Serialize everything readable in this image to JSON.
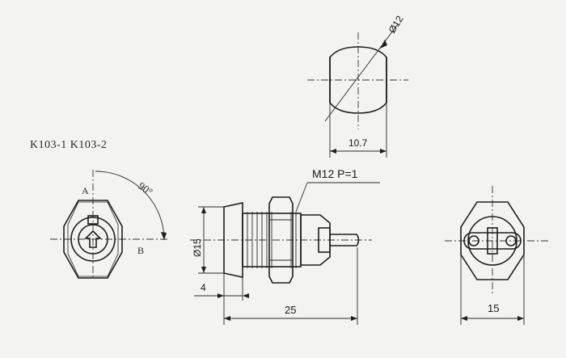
{
  "drawing": {
    "model_label": "K103-1 K103-2",
    "top_view": {
      "diameter_label": "Ø12",
      "width_label": "10.7"
    },
    "front_view": {
      "position_a": "A",
      "position_b": "B",
      "angle_label": "90°"
    },
    "side_view": {
      "thread_label": "M12  P=1",
      "diameter_label": "Ø15",
      "flange_label": "4",
      "length_label": "25"
    },
    "rear_view": {
      "width_label": "15"
    }
  }
}
